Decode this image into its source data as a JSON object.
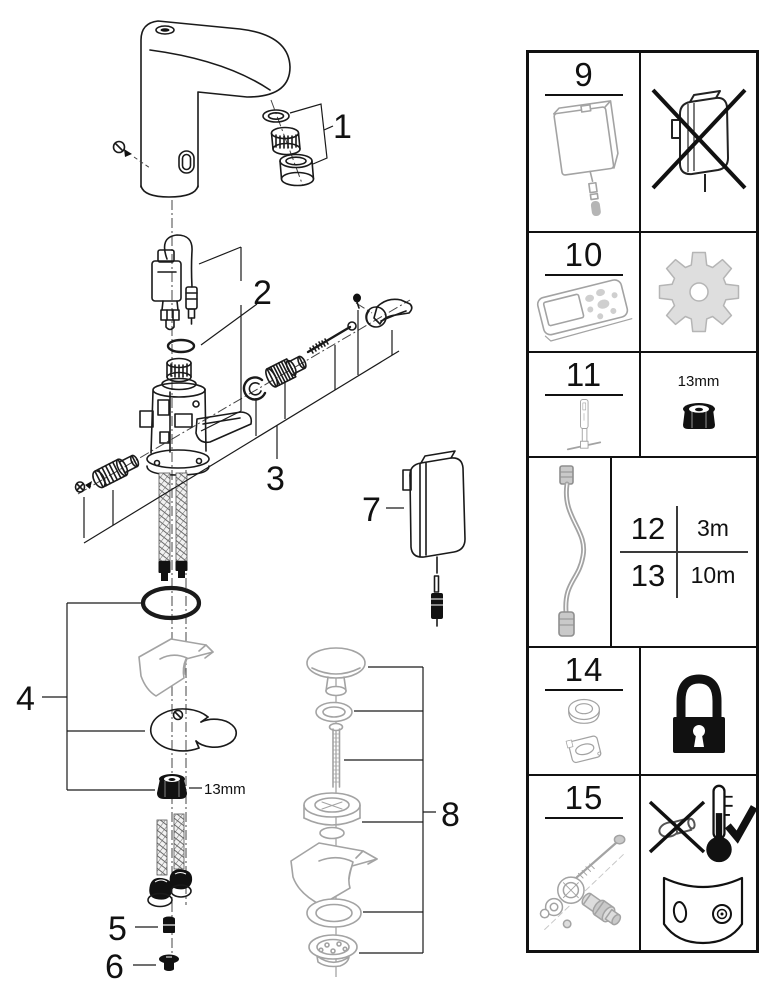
{
  "sheet": {
    "bg": "#ffffff",
    "ink": "#1a1a1a",
    "muted": "#a3a3a3"
  },
  "diagram": {
    "labels": {
      "p1": "1",
      "p2": "2",
      "p3": "3",
      "p4": "4",
      "p5": "5",
      "p6": "6",
      "p7": "7",
      "p8": "8"
    },
    "nut_annotation": "13mm"
  },
  "panel": {
    "cell9_label": "9",
    "cell10_label": "10",
    "cell11_label": "11",
    "cell11_nut_size": "13mm",
    "cell14_label": "14",
    "cell15_label": "15",
    "lengths": [
      {
        "num": "12",
        "len": "3m"
      },
      {
        "num": "13",
        "len": "10m"
      }
    ]
  },
  "icons": {
    "cell9_left": "battery-power-supply-icon",
    "cell9_right": "no-plug-in-adapter-icon",
    "cell10_left": "remote-control-icon",
    "cell10_right": "gear-icon",
    "cell11_left": "mounting-tool-icon",
    "cell11_right": "hex-nut-icon",
    "cell12_left": "extension-cable-icon",
    "cell14_left": "seal-kit-icon",
    "cell14_right": "padlock-icon",
    "cell15_left": "valve-kit-icon",
    "cell15_right": [
      "crossed-part-icon",
      "thermometer-ok-icon",
      "cover-plate-icon"
    ]
  }
}
